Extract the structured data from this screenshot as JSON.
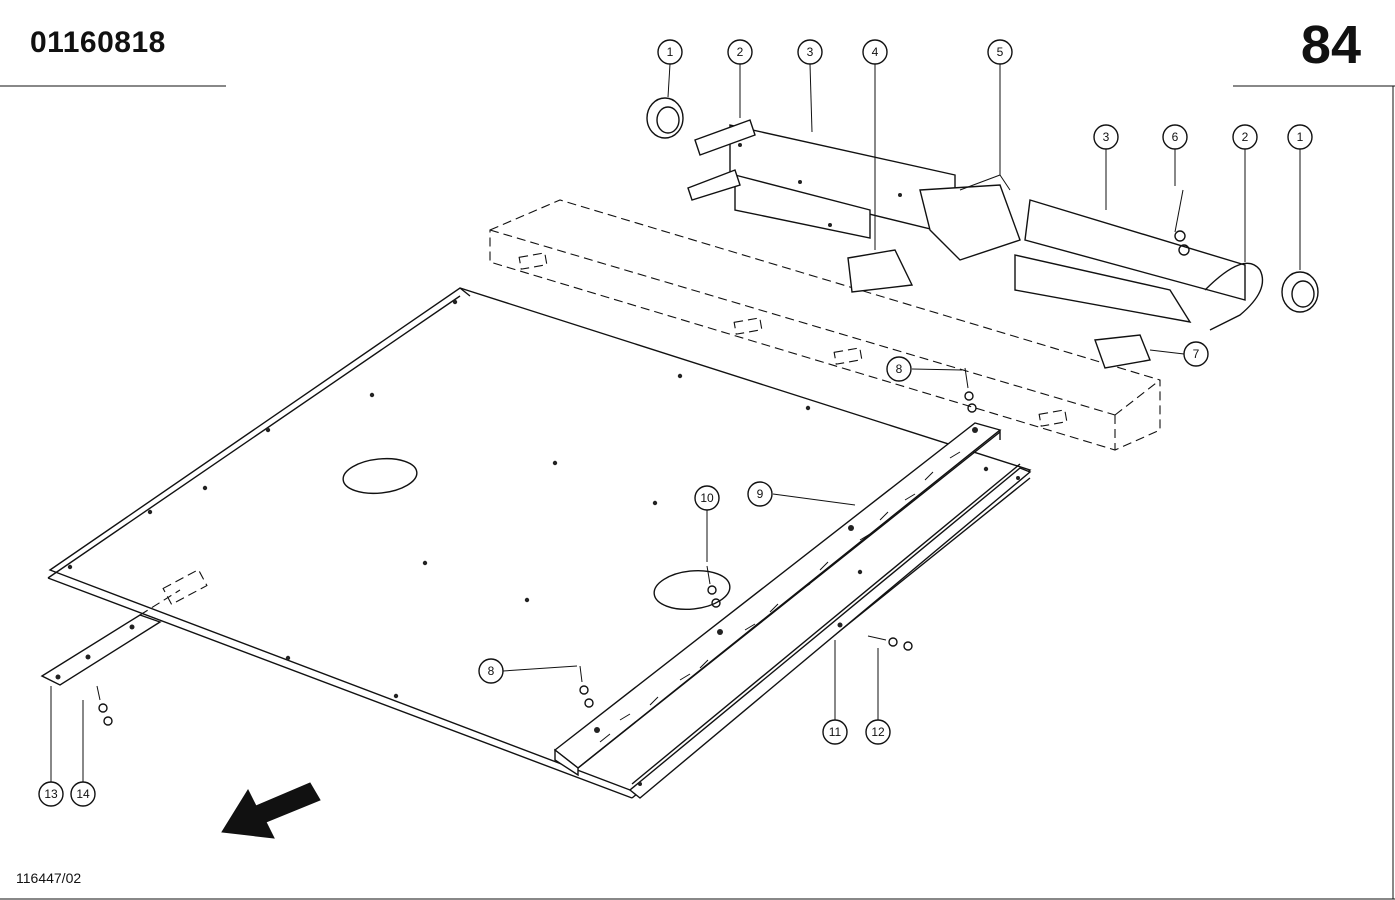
{
  "header": {
    "doc_number": "01160818",
    "page_number": "84"
  },
  "footer": {
    "figure_ref": "116447/02"
  },
  "callouts": [
    "1",
    "2",
    "3",
    "4",
    "5",
    "3",
    "6",
    "2",
    "1",
    "7",
    "8",
    "9",
    "10",
    "8",
    "11",
    "12",
    "13",
    "14"
  ],
  "colors": {
    "ink": "#111111",
    "paper": "#ffffff"
  },
  "icons": {
    "direction_arrow": "arrow-left-down-icon"
  }
}
